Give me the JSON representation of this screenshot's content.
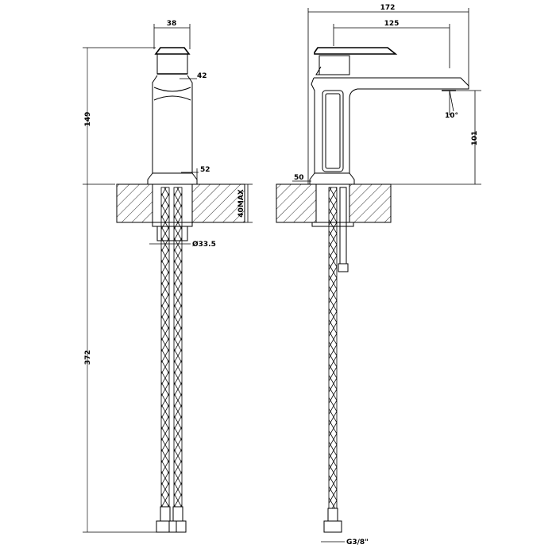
{
  "drawing": {
    "title": "Basin mixer technical drawing",
    "views": [
      "front-view",
      "side-view"
    ],
    "colors": {
      "line": "#000000",
      "dimension_guide": "#777777",
      "background": "#ffffff"
    }
  },
  "front_view": {
    "dims": {
      "handle_width": "38",
      "neck_offset": "42",
      "base_offset": "52",
      "total_height_above": "149",
      "hose_length": "372",
      "deck_thickness": "40MAX",
      "shank_diameter": "Ø33.5"
    }
  },
  "side_view": {
    "dims": {
      "total_depth": "172",
      "spout_reach": "125",
      "spout_height": "101",
      "flow_angle": "10°",
      "base_offset": "50",
      "connection": "G3/8\""
    }
  }
}
